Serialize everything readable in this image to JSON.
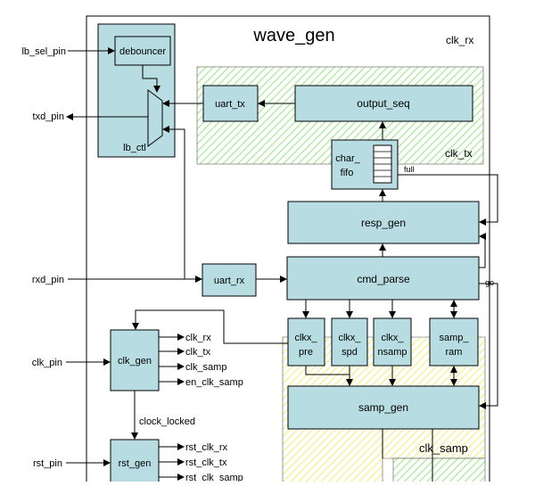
{
  "title": "wave_gen",
  "domains": {
    "clk_rx": "clk_rx",
    "clk_tx": "clk_tx",
    "clk_samp": "clk_samp"
  },
  "pins": {
    "lb_sel": "lb_sel_pin",
    "txd": "txd_pin",
    "rxd": "rxd_pin",
    "clk": "clk_pin",
    "rst": "rst_pin"
  },
  "blocks": {
    "debouncer": "debouncer",
    "lb_ctl": "lb_ctl",
    "uart_tx": "uart_tx",
    "output_seq": "output_seq",
    "char_fifo_1": "char_",
    "char_fifo_2": "fifo",
    "resp_gen": "resp_gen",
    "uart_rx": "uart_rx",
    "cmd_parse": "cmd_parse",
    "clkx_pre_1": "clkx_",
    "clkx_pre_2": "pre",
    "clkx_spd_1": "clkx_",
    "clkx_spd_2": "spd",
    "clkx_nsamp_1": "clkx_",
    "clkx_nsamp_2": "nsamp",
    "samp_ram_1": "samp_",
    "samp_ram_2": "ram",
    "samp_gen": "samp_gen",
    "clk_gen": "clk_gen",
    "rst_gen": "rst_gen"
  },
  "signals": {
    "full": "full",
    "go": "go",
    "clk_rx": "clk_rx",
    "clk_tx": "clk_tx",
    "clk_samp": "clk_samp",
    "en_clk_samp": "en_clk_samp",
    "clock_locked": "clock_locked",
    "rst_clk_rx": "rst_clk_rx",
    "rst_clk_tx": "rst_clk_tx",
    "rst_clk_samp": "rst_clk_samp"
  },
  "colors": {
    "block_fill": "#b7dde2",
    "line": "#000000",
    "clk_tx_hatch": "#9ee88a",
    "clk_samp_hatch": "#eef07a"
  }
}
